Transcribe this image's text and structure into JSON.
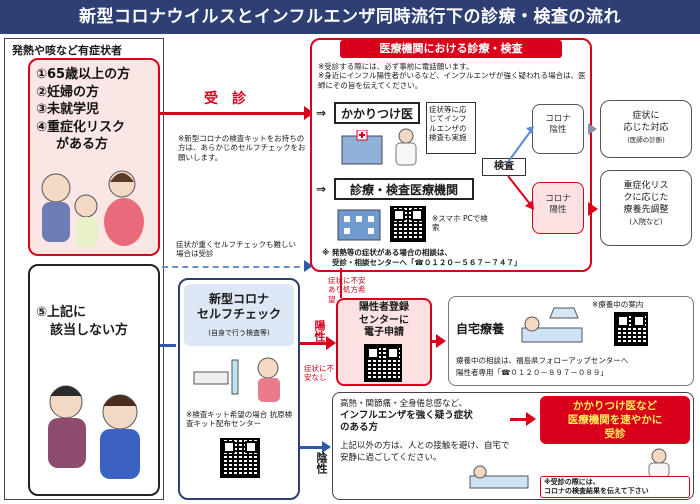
{
  "title": "新型コロナウイルスとインフルエンザ同時流行下の診療・検査の流れ",
  "left": {
    "header": "発熱や咳など有症状者",
    "group1": [
      "①65歳以上の方",
      "②妊婦の方",
      "③未就学児",
      "④重症化リスク",
      "がある方"
    ],
    "group2": [
      "⑤上記に",
      "該当しない方"
    ]
  },
  "flow": {
    "consult_label": "受　診",
    "kit_note": "※新型コロナの検査キットをお持ちの方は、あらかじめセルフチェックをお願いします。",
    "dotted_note": "症状が重くセルフチェックも難しい場合は受診",
    "positive_label": "陽性",
    "negative_label": "陰性",
    "need_rx_note": "症状に不安あり処方希望",
    "no_worry_note": "症状に不安なし"
  },
  "medical": {
    "header": "医療機関における診療・検査",
    "notes": [
      "※受診する際には、必ず事前に電話願います。",
      "※身近にインフル陽性者がいるなど、インフルエンザが強く疑われる場合は、医師にその旨を伝えてください。"
    ],
    "kakaritsuke": "かかりつけ医",
    "kakaritsuke_note": "症状等に応じてインフルエンザの検査も実施",
    "clinic": "診療・検査医療機関",
    "smartphone_note": "※スマホ PCで検索",
    "hotline_note": "※ 発熱等の症状がある場合の相談は、",
    "hotline": "受診・相談センターへ「☎０１２０－５６７－７４７」",
    "test": "検査",
    "negative_result": [
      "コロナ",
      "陰性"
    ],
    "positive_result": [
      "コロナ",
      "陽性"
    ],
    "response_neg": [
      "症状に",
      "応じた対応",
      "(医師の診断)"
    ],
    "response_pos": [
      "重症化リス",
      "クに応じた",
      "療養先調整",
      "(入院など)"
    ]
  },
  "selfcheck": {
    "title": [
      "新型コロナ",
      "セルフチェック"
    ],
    "subtitle": "(自身で行う検査等)",
    "note": "※検査キット希望の場合 抗原検査キット配布センター"
  },
  "register": {
    "text": [
      "陽性者登録",
      "センターに",
      "電子申請"
    ]
  },
  "home": {
    "label": "自宅療養",
    "guide": "※療養中の案内",
    "consult": "療養中の相談は、福島県フォローアップセンターへ",
    "hotline": "陽性者専用「☎０１２０－８９７－０８９」"
  },
  "negative_box": {
    "line1": "高熱・関節痛・全身倦怠感など、",
    "line2": "インフルエンザを強く疑う症状",
    "line3": "のある方",
    "line4": "上記以外の方は、人との接触を避け、自宅で安静に過ごしてください。"
  },
  "advice": {
    "text": [
      "かかりつけ医など",
      "医療機関を速やかに",
      "受診"
    ],
    "note": [
      "※受診の際には、",
      "コロナの検査結果を伝えて下さい"
    ]
  }
}
